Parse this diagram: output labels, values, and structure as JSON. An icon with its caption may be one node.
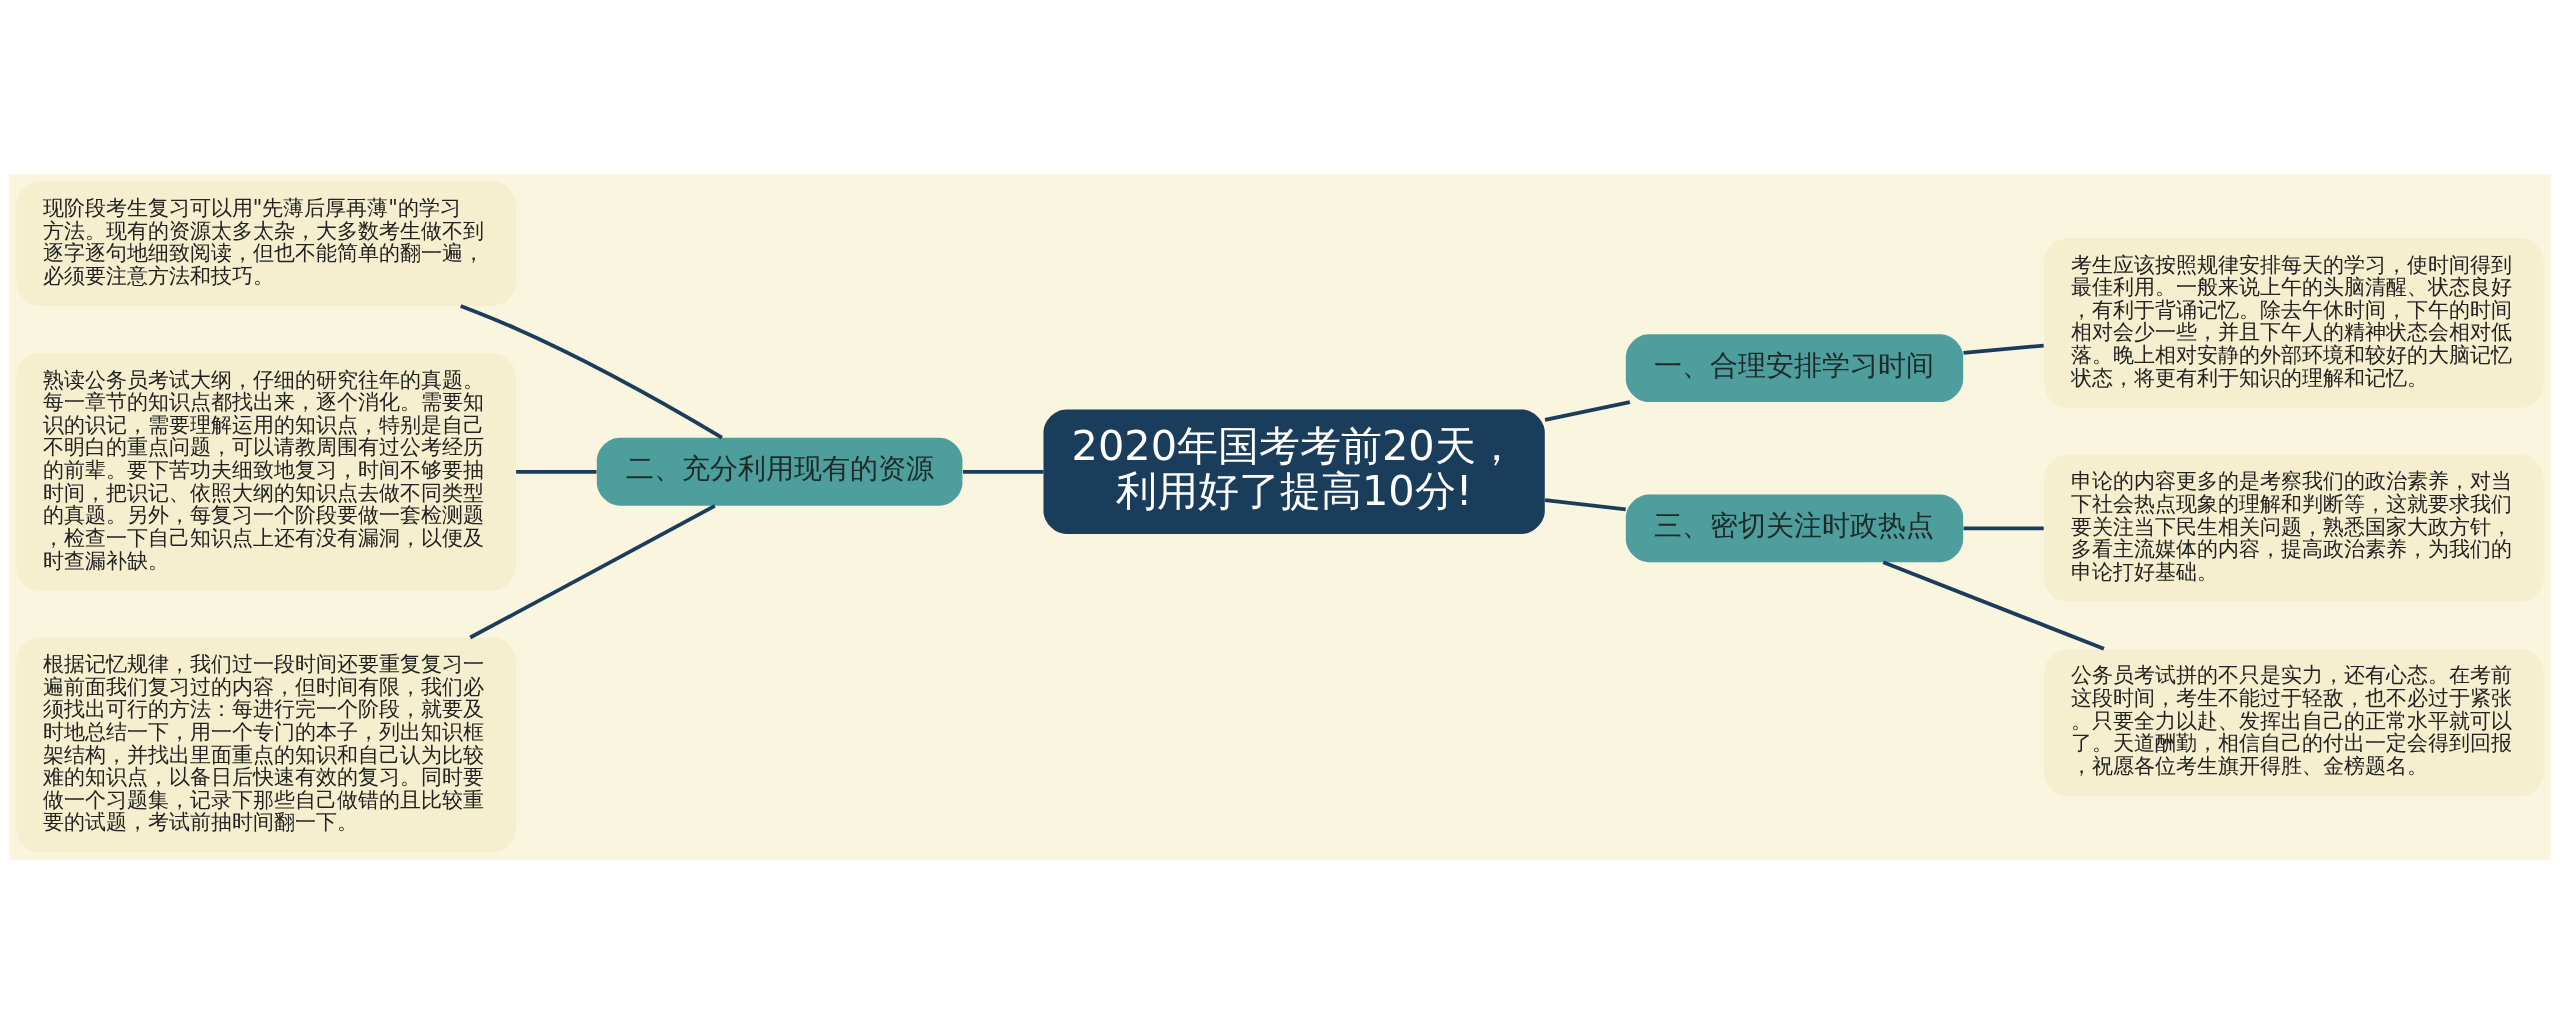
{
  "diagram": {
    "nodes": [
      {
        "text": [
          "2020年国考考前20天，利用好了提高10分!"
        ]
      },
      {
        "text": [
          "一、合理安排学习时间"
        ]
      },
      {
        "text": [
          "考生应该按照规律安排每天的学习，使时间得到最佳利用。一般来说上午的头脑清醒、状态良好，有利于背诵记忆。除去午休时间，下午的时间相对会少一些，并且下午人的精神状态会相对低落。晚上相对安静的外部环境和较好的大脑记忆状态，将更有利于知识的理解和记忆。"
        ]
      },
      {
        "text": [
          "二、充分利用现有的资源"
        ]
      },
      {
        "text": [
          "现阶段考生复习可以用\"先薄后厚再薄\"的学习方法。现有的资源太多太杂，大多数考生做不到逐字逐句地细致阅读，但也不能简单的翻一遍，必须要注意方法和技巧。"
        ]
      },
      {
        "text": [
          "熟读公务员考试大纲，仔细的研究往年的真题。每一章节的知识点都找出来，逐个消化。需要知识的识记，需要理解运用的知识点，特别是自己不明白的重点问题，可以请教周围有过公考经历的前辈。要下苦功夫细致地复习，时间不够要抽时间，把识记、依照大纲的知识点去做不同类型的真题。另外，每复习一个阶段要做一套检测题，检查一下自己知识点上还有没有漏洞，以便及时查漏补缺。"
        ]
      },
      {
        "text": [
          "根据记忆规律，我们过一段时间还要重复复习一遍前面我们复习过的内容，但时间有限，我们必须找出可行的方法：每进行完一个阶段，就要及时地总结一下，用一个专门的本子，列出知识框架结构，并找出里面重点的知识和自己认为比较难的知识点，以备日后快速有效的复习。同时要做一个习题集，记录下那些自己做错的且比较重要的试题，考试前抽时间翻一下。"
        ]
      },
      {
        "text": [
          "三、密切关注时政热点"
        ]
      },
      {
        "text": [
          "申论的内容更多的是考察我们的政治素养，对当下社会热点现象的理解和判断等，这就要求我们要关注当下民生相关问题，熟悉国家大政方针，多看主流媒体的内容，提高政治素养，为我们的申论打好基础。"
        ]
      },
      {
        "text": [
          "公务员考试拼的不只是实力，还有心态。在考前这段时间，考生不能过于轻敌，也不必过于紧张。只要全力以赴、发挥出自己的正常水平就可以了。天道酬勤，相信自己的付出一定会得到回报，祝愿各位考生旗开得胜、金榜题名。"
        ]
      }
    ],
    "edges": [
      {
        "from": 0,
        "to": 1,
        "arrow": "none"
      },
      {
        "from": 1,
        "to": 2,
        "arrow": "none"
      },
      {
        "from": 0,
        "to": 3,
        "arrow": "none"
      },
      {
        "from": 3,
        "to": 4,
        "arrow": "none"
      },
      {
        "from": 3,
        "to": 5,
        "arrow": "none"
      },
      {
        "from": 3,
        "to": 6,
        "arrow": "none"
      },
      {
        "from": 0,
        "to": 7,
        "arrow": "none"
      },
      {
        "from": 7,
        "to": 8,
        "arrow": "none"
      },
      {
        "from": 7,
        "to": 9,
        "arrow": "none"
      }
    ]
  }
}
